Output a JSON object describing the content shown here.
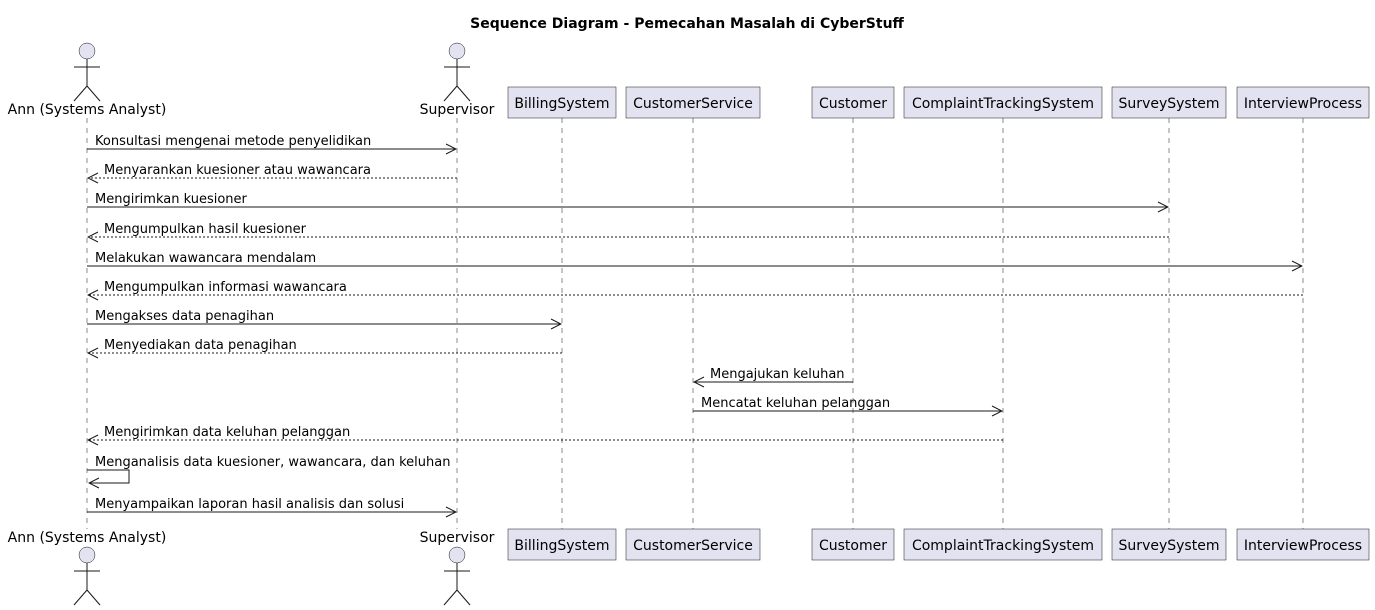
{
  "title": "Sequence Diagram - Pemecahan Masalah di CyberStuff",
  "participants": [
    {
      "id": "ann",
      "label": "Ann (Systems Analyst)",
      "kind": "actor"
    },
    {
      "id": "supervisor",
      "label": "Supervisor",
      "kind": "actor"
    },
    {
      "id": "billing",
      "label": "BillingSystem",
      "kind": "participant"
    },
    {
      "id": "cs",
      "label": "CustomerService",
      "kind": "participant"
    },
    {
      "id": "customer",
      "label": "Customer",
      "kind": "participant"
    },
    {
      "id": "complaint",
      "label": "ComplaintTrackingSystem",
      "kind": "participant"
    },
    {
      "id": "survey",
      "label": "SurveySystem",
      "kind": "participant"
    },
    {
      "id": "interview",
      "label": "InterviewProcess",
      "kind": "participant"
    }
  ],
  "messages": [
    {
      "from": "ann",
      "to": "supervisor",
      "text": "Konsultasi mengenai metode penyelidikan",
      "style": "solid"
    },
    {
      "from": "supervisor",
      "to": "ann",
      "text": "Menyarankan kuesioner atau wawancara",
      "style": "dashed"
    },
    {
      "from": "ann",
      "to": "survey",
      "text": "Mengirimkan kuesioner",
      "style": "solid"
    },
    {
      "from": "survey",
      "to": "ann",
      "text": "Mengumpulkan hasil kuesioner",
      "style": "dashed"
    },
    {
      "from": "ann",
      "to": "interview",
      "text": "Melakukan wawancara mendalam",
      "style": "solid"
    },
    {
      "from": "interview",
      "to": "ann",
      "text": "Mengumpulkan informasi wawancara",
      "style": "dashed"
    },
    {
      "from": "ann",
      "to": "billing",
      "text": "Mengakses data penagihan",
      "style": "solid"
    },
    {
      "from": "billing",
      "to": "ann",
      "text": "Menyediakan data penagihan",
      "style": "dashed"
    },
    {
      "from": "customer",
      "to": "cs",
      "text": "Mengajukan keluhan",
      "style": "solid"
    },
    {
      "from": "cs",
      "to": "complaint",
      "text": "Mencatat keluhan pelanggan",
      "style": "solid"
    },
    {
      "from": "complaint",
      "to": "ann",
      "text": "Mengirimkan data keluhan pelanggan",
      "style": "dashed"
    },
    {
      "from": "ann",
      "to": "ann",
      "text": "Menganalisis data kuesioner, wawancara, dan keluhan",
      "style": "solid"
    },
    {
      "from": "ann",
      "to": "supervisor",
      "text": "Menyampaikan laporan hasil analisis dan solusi",
      "style": "solid"
    }
  ]
}
